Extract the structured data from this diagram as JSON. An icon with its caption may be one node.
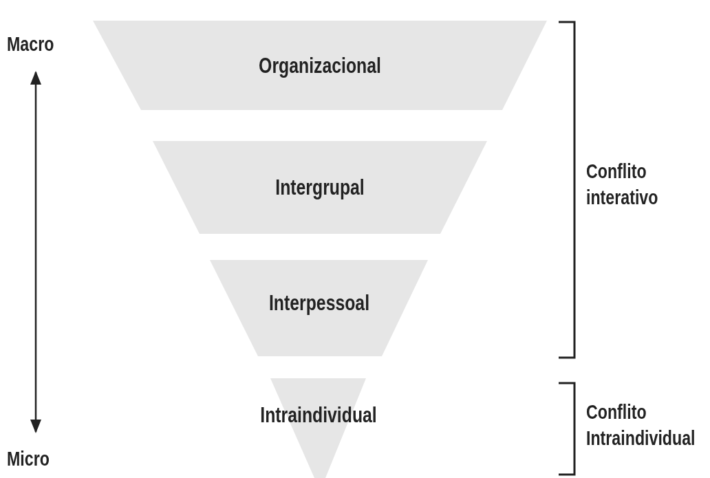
{
  "diagram": {
    "nodes": [
      {
        "text": [
          "Organizacional"
        ]
      },
      {
        "text": [
          "Intergrupal"
        ]
      },
      {
        "text": [
          "Interpessoal"
        ]
      },
      {
        "text": [
          "Intraindividual"
        ]
      }
    ],
    "labels": [
      "Macro",
      "Micro",
      "Conflito interativo",
      "Conflito Intraindividual"
    ]
  }
}
